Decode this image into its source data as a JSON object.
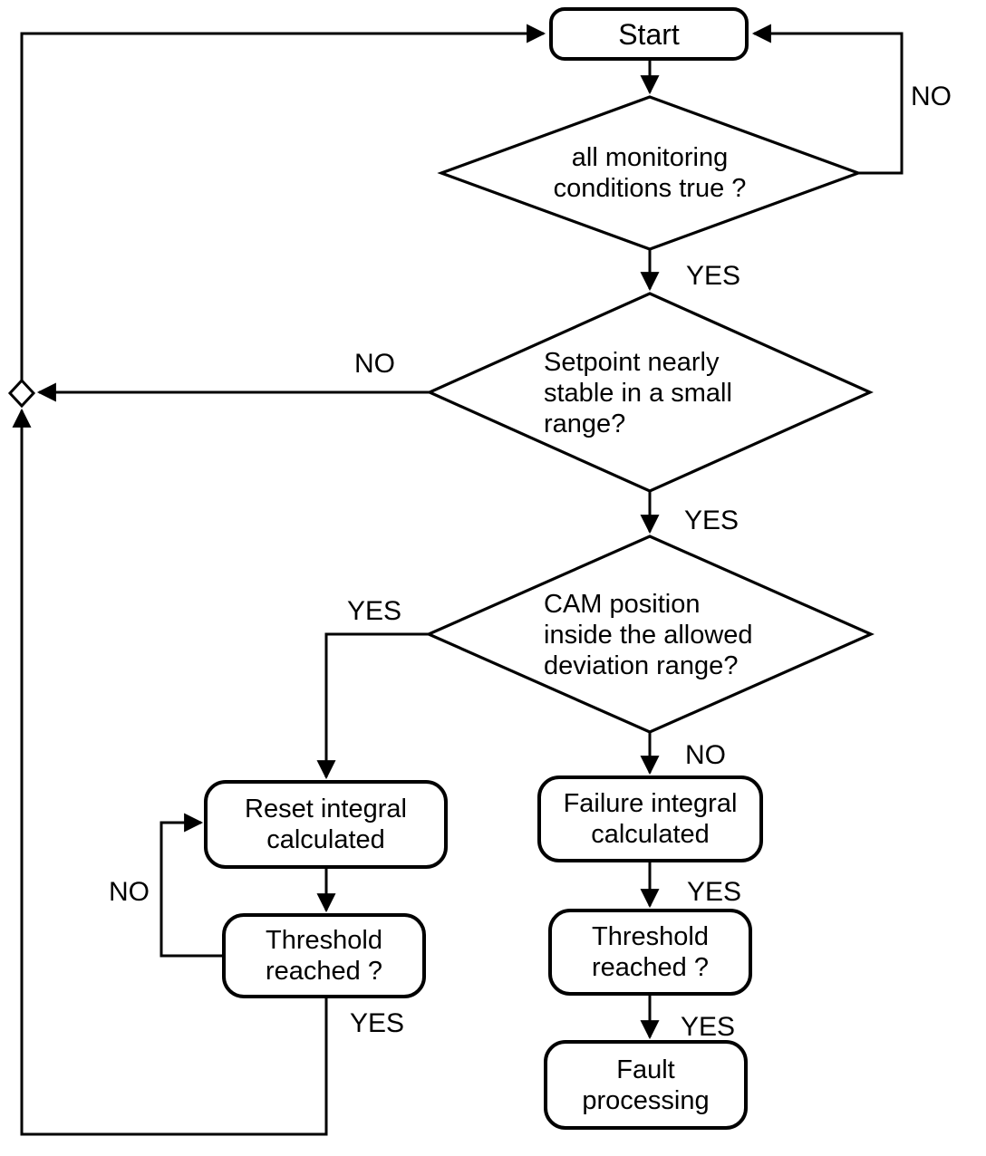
{
  "nodes": {
    "start": {
      "label": "Start",
      "type": "terminator"
    },
    "monitoring_decision": {
      "label": "all monitoring\nconditions true ?",
      "type": "decision"
    },
    "setpoint_decision": {
      "label": "Setpoint nearly\nstable in a small\nrange?",
      "type": "decision"
    },
    "cam_decision": {
      "label": "CAM position\ninside the allowed\ndeviation range?",
      "type": "decision"
    },
    "reset_integral": {
      "label": "Reset integral\ncalculated",
      "type": "process"
    },
    "threshold_left": {
      "label": "Threshold\nreached ?",
      "type": "process"
    },
    "failure_integral": {
      "label": "Failure integral\ncalculated",
      "type": "process"
    },
    "threshold_right": {
      "label": "Threshold\nreached ?",
      "type": "process"
    },
    "fault_processing": {
      "label": "Fault\nprocessing",
      "type": "process"
    }
  },
  "edge_labels": {
    "monitoring_no": "NO",
    "monitoring_yes": "YES",
    "setpoint_no": "NO",
    "setpoint_yes": "YES",
    "cam_yes": "YES",
    "cam_no": "NO",
    "reset_loop_no": "NO",
    "threshold_left_yes": "YES",
    "failure_yes": "YES",
    "threshold_right_yes": "YES"
  },
  "colors": {
    "background": "#ffffff",
    "line": "#000000",
    "text": "#000000"
  }
}
